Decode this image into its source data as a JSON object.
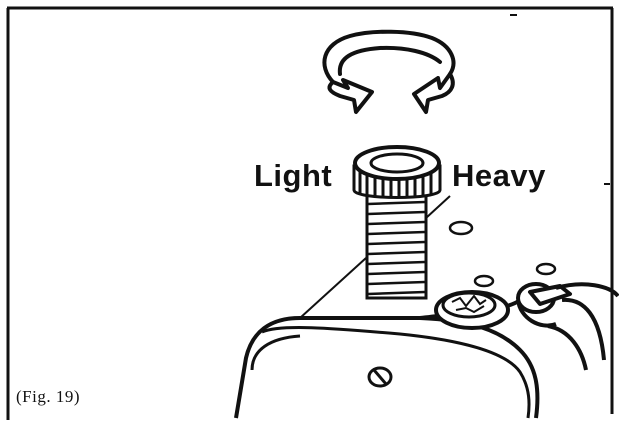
{
  "labels": {
    "light": "Light",
    "heavy": "Heavy"
  },
  "caption": "(Fig. 19)",
  "icons": [
    "rotation-arrow-icon",
    "adjustment-knob-icon"
  ],
  "colors": {
    "ink": "#111111",
    "paper": "#ffffff"
  }
}
